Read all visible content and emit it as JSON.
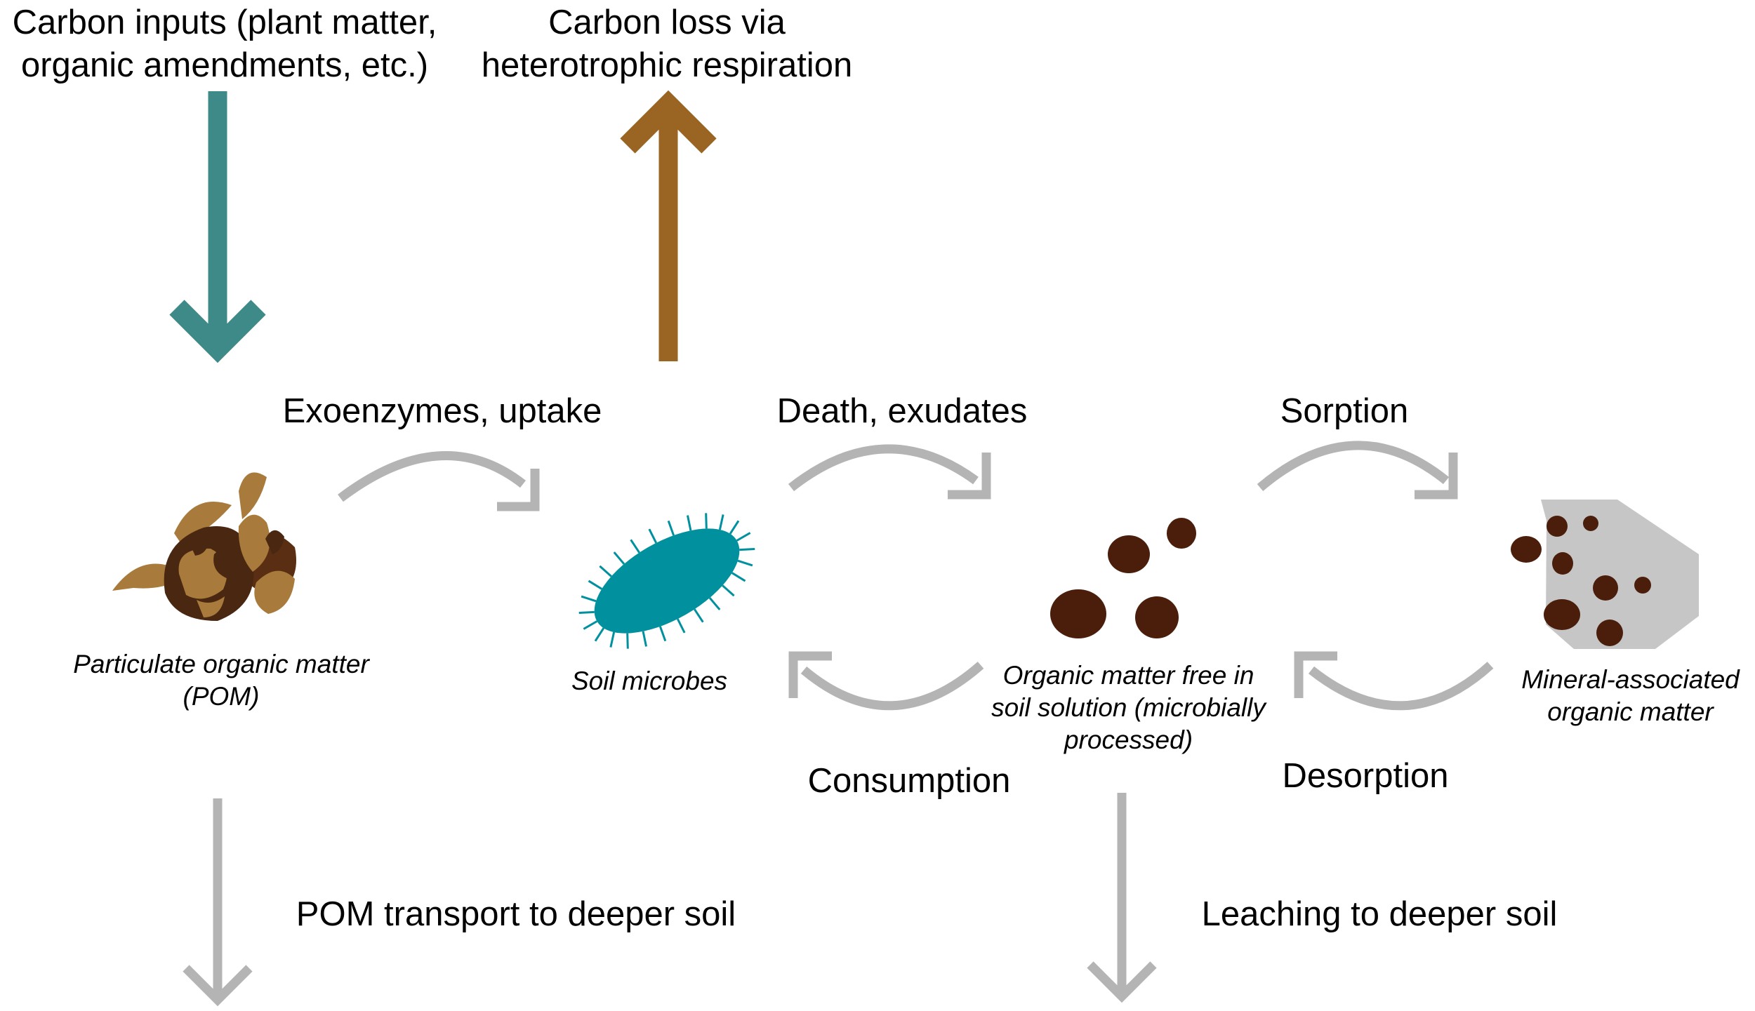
{
  "labels": {
    "carbon_inputs_line1": "Carbon inputs (plant matter,",
    "carbon_inputs_line2": "organic amendments, etc.)",
    "carbon_loss_line1": "Carbon loss via",
    "carbon_loss_line2": "heterotrophic respiration",
    "exoenzymes": "Exoenzymes, uptake",
    "death": "Death, exudates",
    "sorption": "Sorption",
    "consumption": "Consumption",
    "desorption": "Desorption",
    "pom_transport": "POM transport to deeper soil",
    "leaching": "Leaching to deeper soil"
  },
  "pools": {
    "pom_line1": "Particulate organic matter",
    "pom_line2": "(POM)",
    "microbes": "Soil microbes",
    "free_om_line1": "Organic matter free in",
    "free_om_line2": "soil solution (microbially",
    "free_om_line3": "processed)",
    "maom_line1": "Mineral-associated",
    "maom_line2": "organic matter"
  },
  "colors": {
    "input_arrow": "#3d8a88",
    "loss_arrow": "#9a6423",
    "process_arrow": "#b4b4b4",
    "microbe": "#00909e",
    "organic_particle": "#4a1e0b",
    "mineral": "#c6c6c6",
    "pom_light": "#a87a3c",
    "pom_dark": "#4a2710"
  }
}
